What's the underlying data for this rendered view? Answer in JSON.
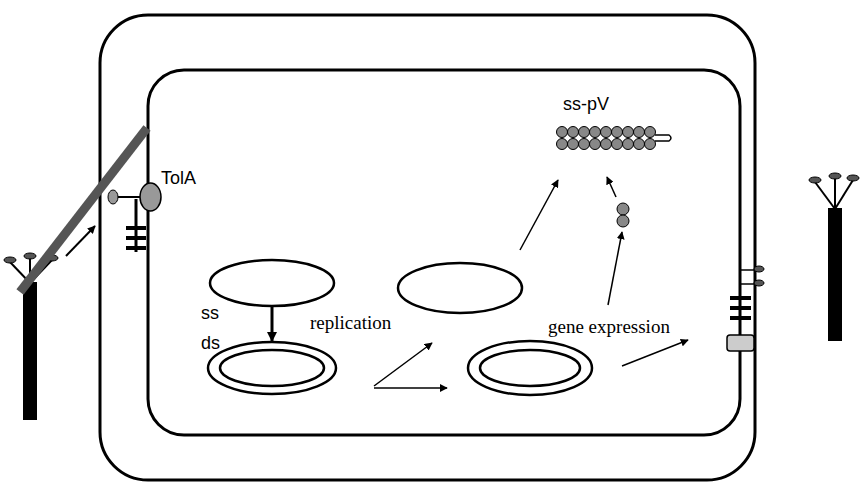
{
  "diagram": {
    "nodes": [
      {
        "text": [
          "ss"
        ]
      },
      {
        "text": [
          "ds"
        ]
      },
      {
        "text": [
          "ss-pV"
        ]
      },
      {
        "text": [
          "TolA"
        ]
      }
    ],
    "edges": [
      {
        "from": 0,
        "to": 1,
        "arrow": "to"
      }
    ],
    "labels": [
      "replication",
      "gene expression"
    ]
  }
}
